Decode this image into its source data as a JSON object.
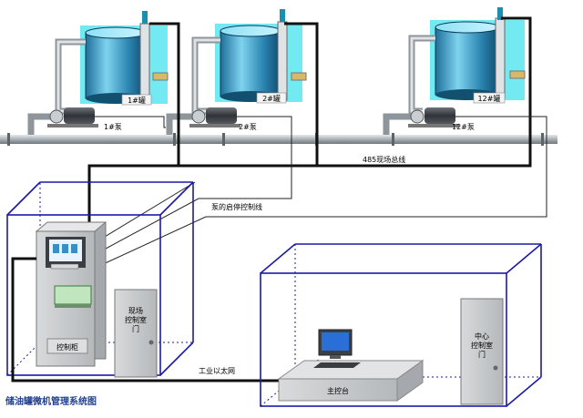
{
  "tanks": [
    "1#罐",
    "2#罐",
    "12#罐"
  ],
  "pumps": [
    "1#泵",
    "2#泵",
    "12#泵"
  ],
  "bus_label": "485现场总线",
  "pump_control_label": "泵的启停控制线",
  "cabinet_label": "控制柜",
  "field_room_door_label": [
    "现场",
    "控制室",
    "门"
  ],
  "ethernet_label": "工业以太网",
  "console_label": "主控台",
  "central_room_door_label": [
    "中心",
    "控制室",
    "门"
  ],
  "caption": "储油罐微机管理系统图",
  "colors": {
    "pipe": "#9aa2a8",
    "bus": "#111111",
    "room_frame": "#1a1aa8",
    "caption": "#1f3f8f",
    "tank_glow": "#00d8e8"
  }
}
